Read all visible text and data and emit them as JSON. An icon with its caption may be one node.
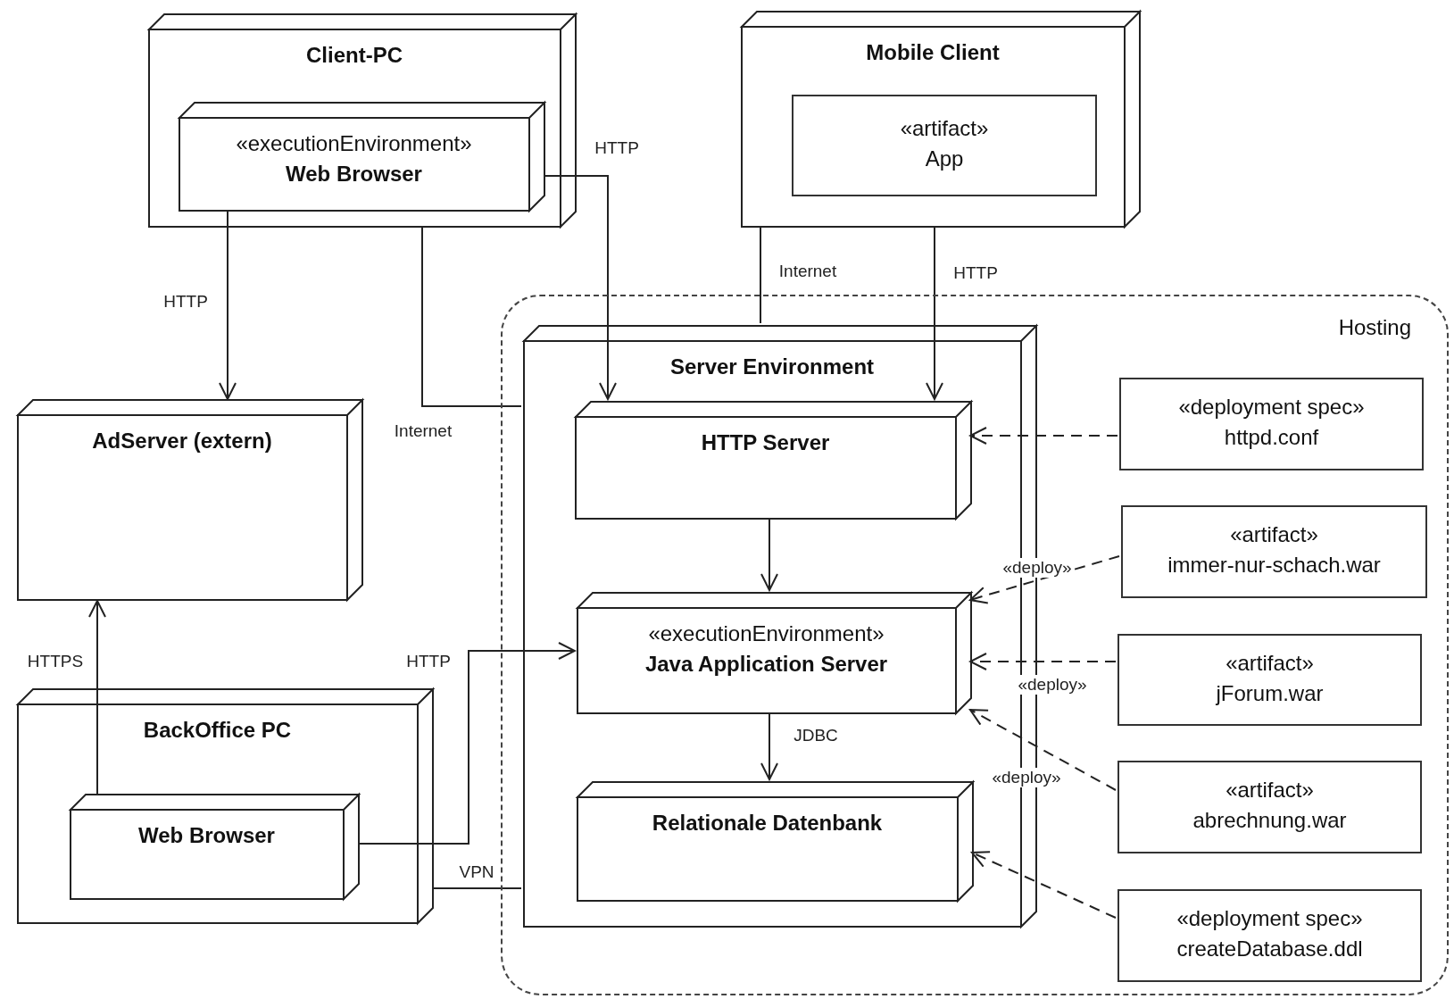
{
  "diagram": {
    "nodes": [
      {
        "text": [
          "Client-PC"
        ]
      },
      {
        "text": [
          "«executionEnvironment»",
          "Web Browser"
        ],
        "in": 0
      },
      {
        "text": [
          "Mobile Client"
        ]
      },
      {
        "text": [
          "«artifact»",
          "App"
        ],
        "in": 2
      },
      {
        "text": [
          "Hosting"
        ]
      },
      {
        "text": [
          "Server Environment"
        ],
        "in": 4
      },
      {
        "text": [
          "HTTP Server"
        ],
        "in": 5
      },
      {
        "text": [
          "«executionEnvironment»",
          "Java Application Server"
        ],
        "in": 5
      },
      {
        "text": [
          "Relationale Datenbank"
        ],
        "in": 5
      },
      {
        "text": [
          "«deployment spec»",
          "httpd.conf"
        ],
        "in": 4
      },
      {
        "text": [
          "«artifact»",
          "immer-nur-schach.war"
        ],
        "in": 4
      },
      {
        "text": [
          "«artifact»",
          "jForum.war"
        ],
        "in": 4
      },
      {
        "text": [
          "«artifact»",
          "abrechnung.war"
        ],
        "in": 4
      },
      {
        "text": [
          "«deployment spec»",
          "createDatabase.ddl"
        ],
        "in": 4
      },
      {
        "text": [
          "AdServer (extern)"
        ]
      },
      {
        "text": [
          "BackOffice PC"
        ]
      },
      {
        "text": [
          "Web Browser"
        ],
        "in": 15
      }
    ],
    "edges": [
      {
        "from": 1,
        "to": 14,
        "arrow": "to",
        "label": "HTTP"
      },
      {
        "from": 0,
        "to": 5,
        "arrow": "none",
        "label": "Internet"
      },
      {
        "from": 1,
        "to": 6,
        "arrow": "to",
        "label": "HTTP"
      },
      {
        "from": 2,
        "to": 5,
        "arrow": "none",
        "label": "Internet"
      },
      {
        "from": 2,
        "to": 6,
        "arrow": "to",
        "label": "HTTP"
      },
      {
        "from": 6,
        "to": 7,
        "arrow": "to"
      },
      {
        "from": 7,
        "to": 8,
        "arrow": "to",
        "label": "JDBC"
      },
      {
        "from": 9,
        "to": 6,
        "arrow": "to",
        "style": "dashed"
      },
      {
        "from": 10,
        "to": 7,
        "arrow": "to",
        "style": "dashed",
        "label": "«deploy»"
      },
      {
        "from": 11,
        "to": 7,
        "arrow": "to",
        "style": "dashed",
        "label": "«deploy»"
      },
      {
        "from": 12,
        "to": 7,
        "arrow": "to",
        "style": "dashed",
        "label": "«deploy»"
      },
      {
        "from": 13,
        "to": 8,
        "arrow": "to",
        "style": "dashed"
      },
      {
        "from": 16,
        "to": 14,
        "arrow": "to",
        "label": "HTTPS"
      },
      {
        "from": 16,
        "to": 7,
        "arrow": "to",
        "label": "HTTP"
      },
      {
        "from": 15,
        "to": 5,
        "arrow": "none",
        "label": "VPN"
      }
    ]
  }
}
